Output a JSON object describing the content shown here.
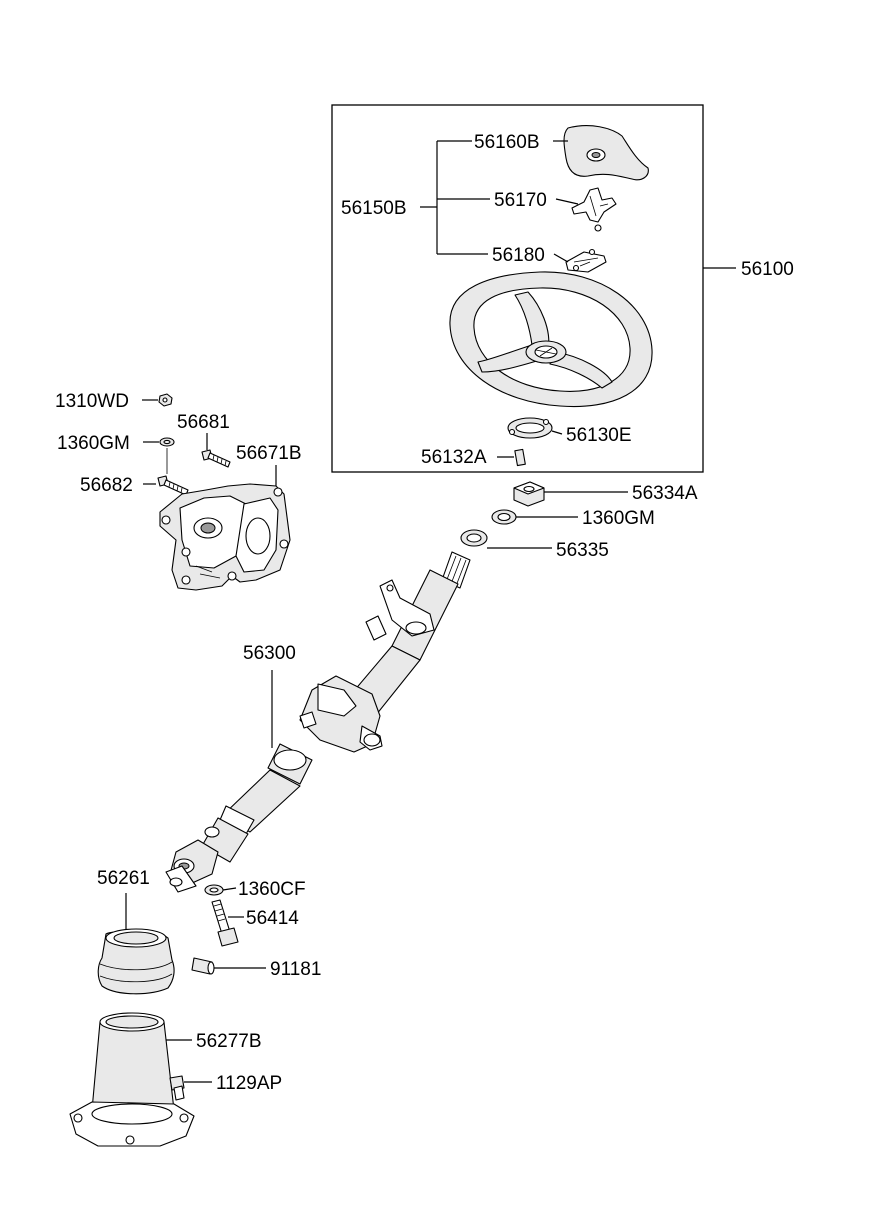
{
  "parts": {
    "p56100": "56100",
    "p56160B": "56160B",
    "p56150B": "56150B",
    "p56170": "56170",
    "p56180": "56180",
    "p56130E": "56130E",
    "p56132A": "56132A",
    "p1310WD": "1310WD",
    "p56681": "56681",
    "p1360GM_top": "1360GM",
    "p56671B": "56671B",
    "p56682": "56682",
    "p56334A": "56334A",
    "p1360GM_mid": "1360GM",
    "p56335": "56335",
    "p56300": "56300",
    "p56261": "56261",
    "p1360CF": "1360CF",
    "p56414": "56414",
    "p91181": "91181",
    "p56277B": "56277B",
    "p1129AP": "1129AP"
  }
}
